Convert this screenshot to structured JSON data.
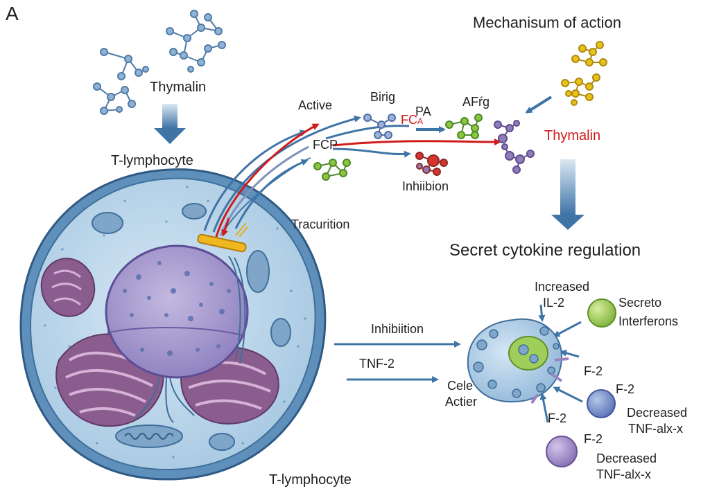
{
  "panel_letter": "A",
  "labels": {
    "thymalin_top": "Thymalin",
    "t_lymphocyte_top": "T-lymphocyte",
    "t_lymphocyte_bottom": "T-lymphocyte",
    "mechanism_title": "Mechanisum of action",
    "active": "Active",
    "birig": "Birig",
    "fca": "FC",
    "fca_sub": "A",
    "pa": "PA",
    "afrg": "AFŕg",
    "fcp": "FCP",
    "inhibion": "Inhiibion",
    "thymalin_red": "Thymalin",
    "tracurition": "Tracurition",
    "secret_cytokine": "Secret cytokine regulation",
    "increased": "Increased",
    "il2": "IL-2",
    "secreto": "Secreto",
    "interferons": "Interferons",
    "inhibiition": "Inhibiition",
    "tnf2": "TNF-2",
    "cele": "Cele",
    "actier": "Actier",
    "f2_a": "F-2",
    "f2_b": "F-2",
    "f2_c": "F-2",
    "f2_d": "F-2",
    "decreased_1": "Decreased",
    "tnf_alxx_1": "TNF-alx-x",
    "decreased_2": "Decreased",
    "tnf_alxx_2": "TNF-alx-x"
  },
  "colors": {
    "arrow_blue": "#3f74a6",
    "arrow_red": "#d11a1a",
    "cell_membrane": "#3e6e9a",
    "cytoplasm": "#bcd8ec",
    "nucleus": "#a79bcf",
    "mitochondria": "#8a5d8e",
    "molecule_blue": "#7fa8cf",
    "molecule_yellow": "#e7c21a",
    "molecule_green": "#8cc63f",
    "molecule_purple": "#8f7cb8",
    "molecule_red": "#d9342b",
    "interferon_green": "#9fcf5a",
    "tnf_blue": "#6f86c2",
    "tnf_purple": "#9a82c0"
  },
  "icons": [
    "molecule-cluster",
    "arrow",
    "cell",
    "nucleus",
    "mitochondrion",
    "receptor"
  ]
}
